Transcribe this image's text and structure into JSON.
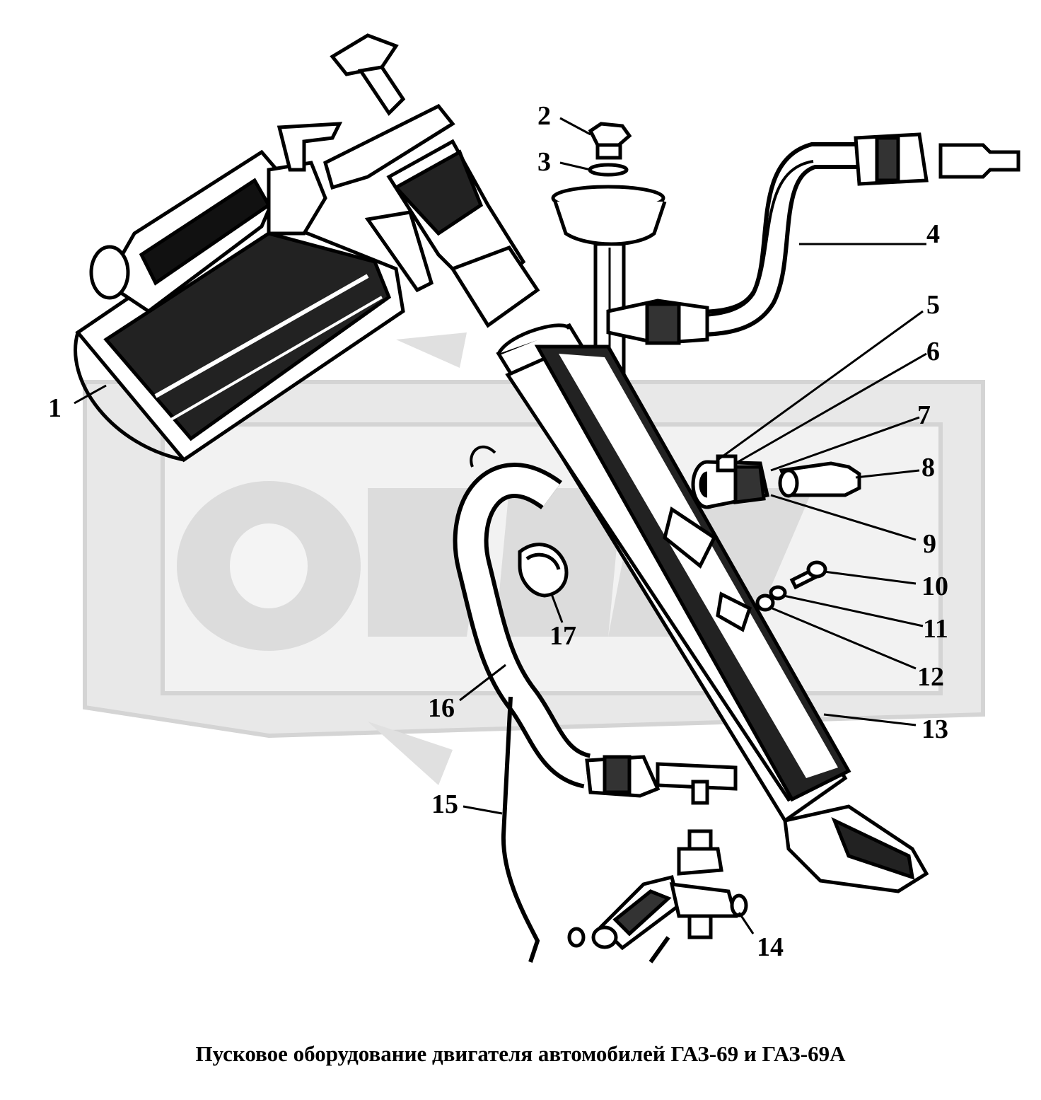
{
  "diagram": {
    "caption": "Пусковое оборудование двигателя автомобилей ГАЗ-69 и ГАЗ-69А",
    "watermark_icon": "gear-watermark-icon",
    "colors": {
      "line": "#000000",
      "watermark": "#d4d4d4",
      "watermark_fill": "#e4e4e4",
      "paper": "#ffffff"
    },
    "labels": [
      "1",
      "2",
      "3",
      "4",
      "5",
      "6",
      "7",
      "8",
      "9",
      "10",
      "11",
      "12",
      "13",
      "14",
      "15",
      "16",
      "17"
    ]
  }
}
